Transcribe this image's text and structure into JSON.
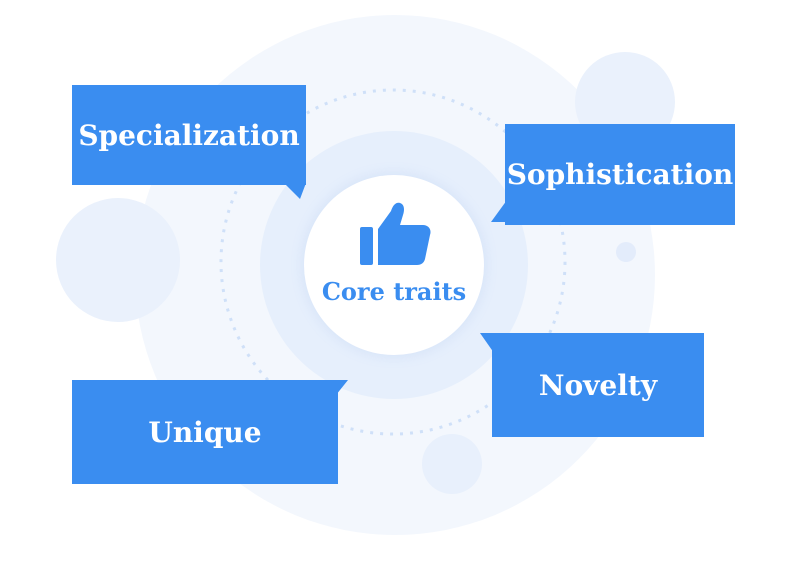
{
  "center": {
    "label": "Core traits",
    "icon": "thumbs-up-icon"
  },
  "traits": {
    "top_left": "Specialization",
    "top_right": "Sophistication",
    "bottom_right": "Novelty",
    "bottom_left": "Unique"
  },
  "colors": {
    "accent": "#3a8df0",
    "background_circle": "#eef4fd",
    "ring": "#dce8fa"
  }
}
